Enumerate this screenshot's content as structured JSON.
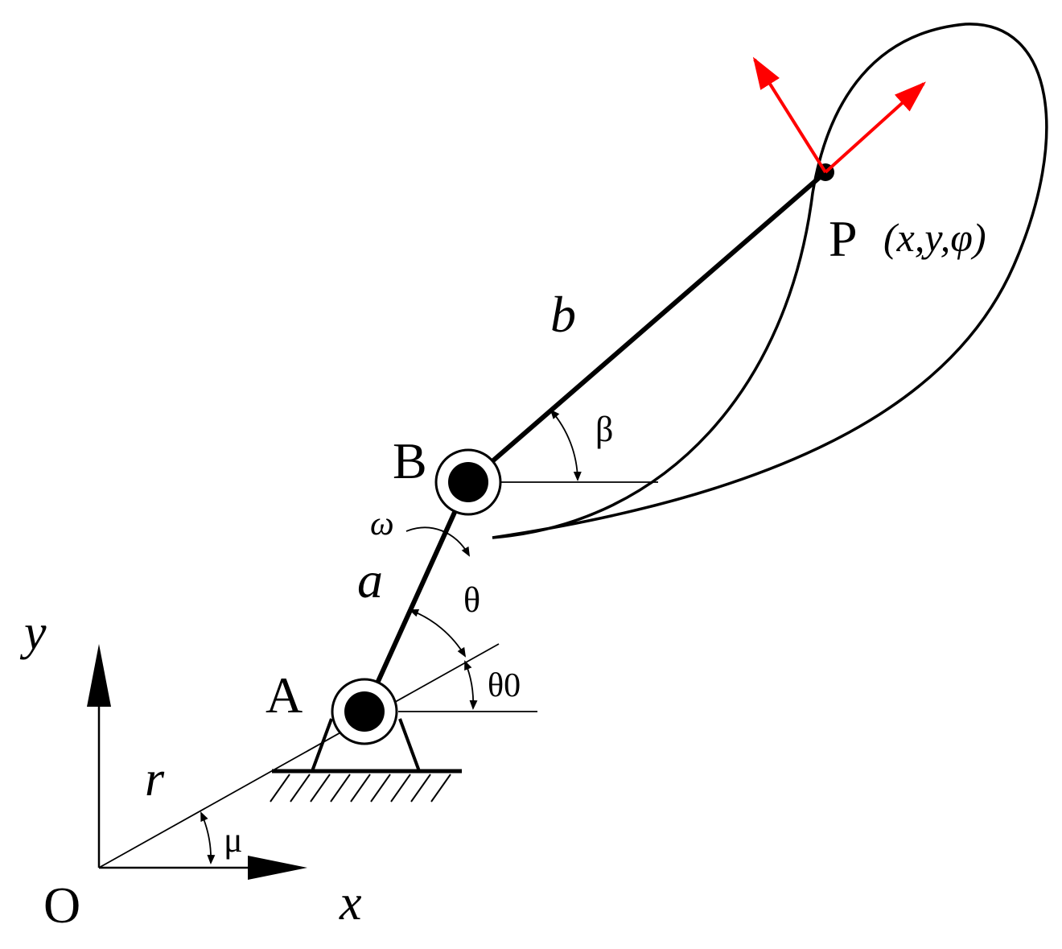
{
  "diagram": {
    "labels": {
      "origin": "O",
      "x_axis": "x",
      "y_axis": "y",
      "point_a": "A",
      "point_b": "B",
      "point_p": "P",
      "p_coords": "(x,y,φ)",
      "link_a": "a",
      "link_b": "b",
      "link_r": "r",
      "omega": "ω",
      "theta": "θ",
      "theta0": "θ0",
      "beta": "β",
      "mu": "μ"
    },
    "colors": {
      "lines": "#000000",
      "frame_arrows": "#ff0000",
      "background": "#ffffff"
    }
  }
}
